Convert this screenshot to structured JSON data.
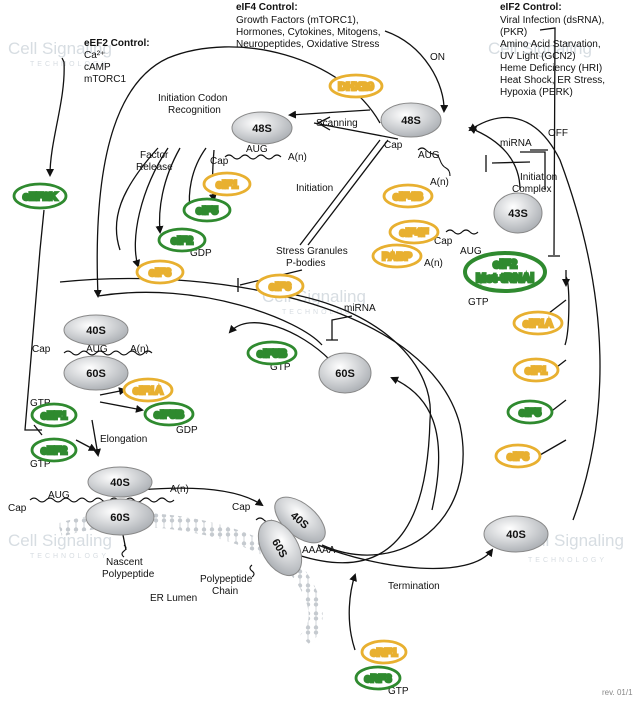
{
  "watermark": {
    "brand": "Cell Signaling",
    "sub": "TECHNOLOGY"
  },
  "revision": "rev. 01/1",
  "controls": {
    "eef2": {
      "title": "eEF2 Control:",
      "lines": [
        "Ca²⁺",
        "cAMP",
        "mTORC1"
      ]
    },
    "eif4": {
      "title": "eIF4 Control:",
      "lines": [
        "Growth Factors (mTORC1),",
        "Hormones, Cytokines, Mitogens,",
        "Neuropeptides, Oxidative Stress"
      ]
    },
    "eif2": {
      "title": "eIF2 Control:",
      "lines": [
        "Viral Infection (dsRNA),",
        "(PKR)",
        "Amino Acid Starvation,",
        "UV Light (GCN2)",
        "Heme Deficiency (HRI)",
        "Heat Shock, ER Stress,",
        "Hypoxia (PERK)"
      ]
    }
  },
  "nodes": {
    "dhx29": "DHX29",
    "s48_left": "48S",
    "s48_right": "48S",
    "s43": "43S",
    "eif1_top": "eIF1",
    "eif5_top": "eIF5",
    "eif2_top": "eIF2",
    "eif3_top": "eIF3",
    "eif4b": "eIF4B",
    "eif4f": "eIF4F",
    "pabp": "PABP",
    "eif2_met_line1": "eIF2",
    "eif2_met_line2": "Met-tRNAi",
    "eef2k": "eEF2K",
    "eif6": "eIF6",
    "eif5b_mid": "eIF5B",
    "s40_mid": "40S",
    "s60_mid": "60S",
    "s60_free": "60S",
    "eif1a_mid": "eIF1A",
    "eif5b_low": "eIF5B",
    "eef1": "eEF1",
    "eef2": "eEF2",
    "eif1a_right": "eIF1A",
    "eif1_right": "eIF1",
    "eif5_right": "eIF5",
    "eif3_right": "eIF3",
    "s40_low": "40S",
    "s60_low": "60S",
    "s40_er": "40S",
    "s60_er": "60S",
    "s40_term": "40S",
    "erf1": "eRF1",
    "erf3": "eRF3"
  },
  "labels": {
    "initiation_codon": [
      "Initiation Codon",
      "Recognition"
    ],
    "scanning": "Scanning",
    "on": "ON",
    "off": "OFF",
    "mirna_top": "miRNA",
    "initiation_complex": [
      "Initiation",
      "Complex"
    ],
    "factor_release": [
      "Factor",
      "Release"
    ],
    "initiation": "Initiation",
    "stress_granules": [
      "Stress Granules",
      "P-bodies"
    ],
    "mirna_mid": "miRNA",
    "elongation": "Elongation",
    "nascent": [
      "Nascent",
      "Polypeptide"
    ],
    "polypeptide_chain": [
      "Polypeptide",
      "Chain"
    ],
    "er_lumen": "ER Lumen",
    "termination": "Termination",
    "cap": "Cap",
    "aug": "AUG",
    "poly_a": "A(n)",
    "aaaaa": "AAAAA",
    "gtp": "GTP",
    "gdp": "GDP"
  },
  "colors": {
    "factor_yellow": "#e8b030",
    "factor_green": "#2f8a2f",
    "ribosome_gray": "#c8cbcf",
    "watermark": "#d7dde2"
  }
}
